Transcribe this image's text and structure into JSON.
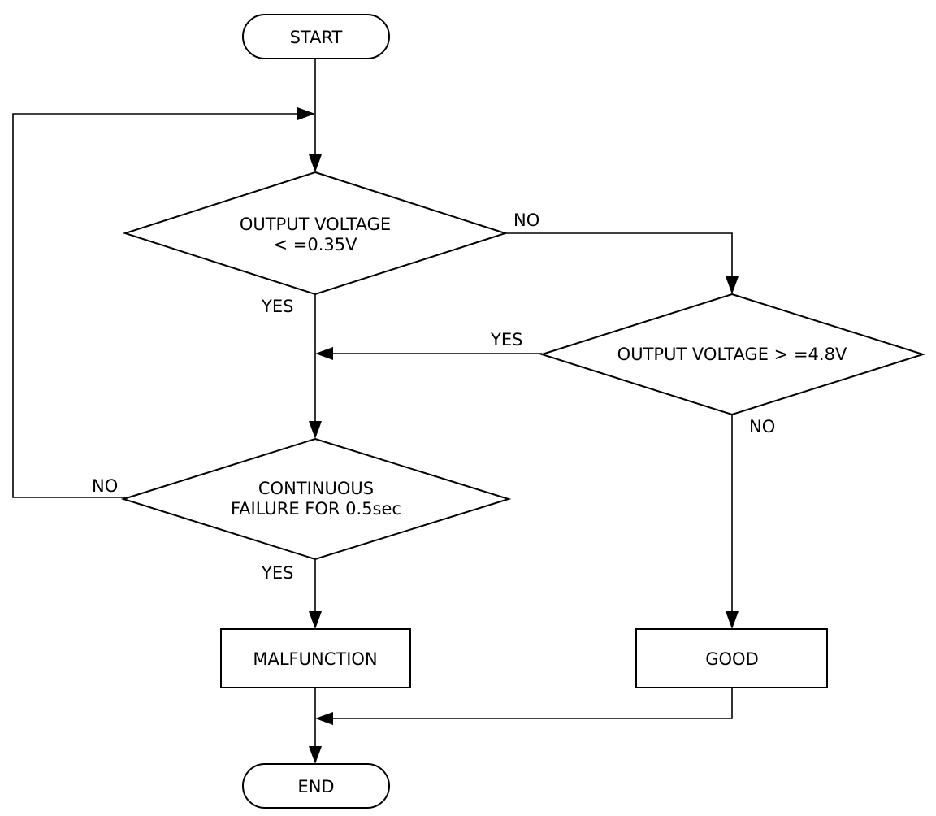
{
  "nodes": {
    "start": "START",
    "decision_low": {
      "line1": "OUTPUT VOLTAGE",
      "line2": "< =0.35V"
    },
    "decision_high": "OUTPUT VOLTAGE > =4.8V",
    "decision_continuous": {
      "line1": "CONTINUOUS",
      "line2": "FAILURE FOR 0.5sec"
    },
    "malfunction": "MALFUNCTION",
    "good": "GOOD",
    "end": "END"
  },
  "edges": {
    "low_no": "NO",
    "low_yes": "YES",
    "high_yes": "YES",
    "high_no": "NO",
    "continuous_no": "NO",
    "continuous_yes": "YES"
  },
  "colors": {
    "stroke": "#000000",
    "background": "#ffffff"
  }
}
